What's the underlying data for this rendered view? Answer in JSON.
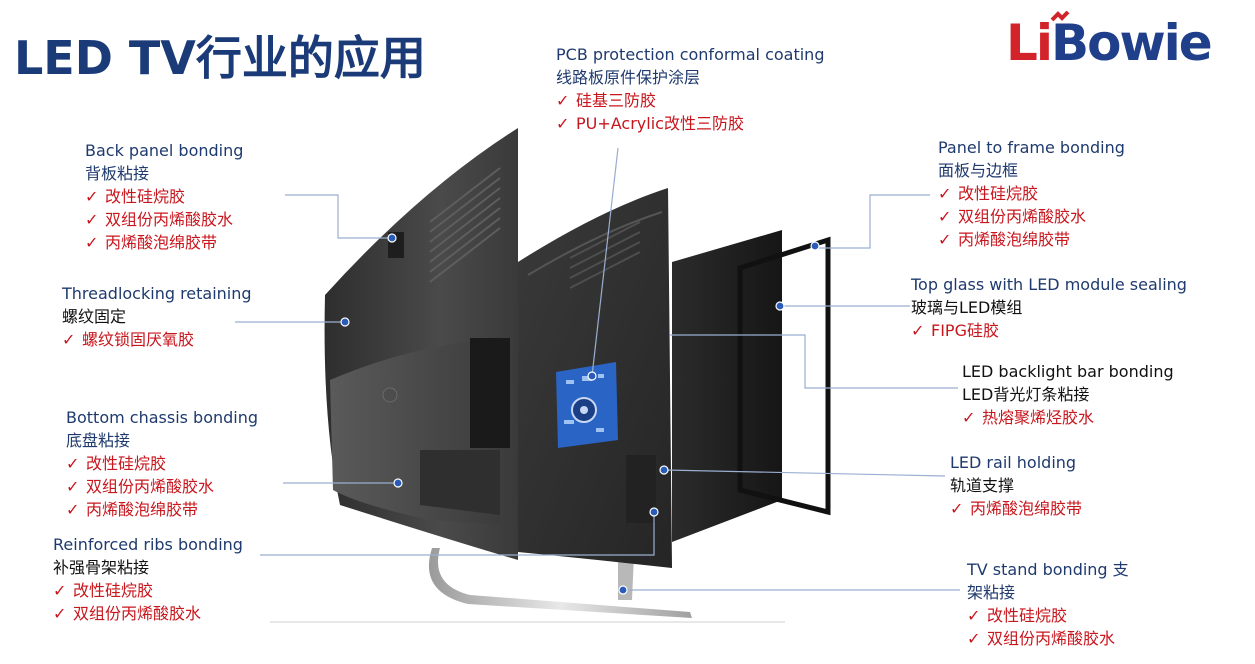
{
  "title": "LED TV行业的应用",
  "logo": {
    "part1": "Li",
    "part2": "Bowie"
  },
  "colors": {
    "title": "#1a3a78",
    "label": "#1f3a6e",
    "item": "#c8161d",
    "logo_red": "#d2232a",
    "logo_blue": "#1f3f8a"
  },
  "check_mark": "✓",
  "callouts": {
    "pcb": {
      "en": "PCB protection conformal coating",
      "cn": "线路板原件保护涂层",
      "items": [
        "硅基三防胶",
        "PU+Acrylic改性三防胶"
      ]
    },
    "back_panel": {
      "en": "Back panel bonding",
      "cn": "背板粘接",
      "items": [
        "改性硅烷胶",
        "双组份丙烯酸胶水",
        "丙烯酸泡绵胶带"
      ]
    },
    "threadlocking": {
      "en": "Threadlocking retaining",
      "cn": "螺纹固定",
      "items": [
        "螺纹锁固厌氧胶"
      ]
    },
    "bottom_chassis": {
      "en": "Bottom chassis bonding",
      "cn": "底盘粘接",
      "items": [
        "改性硅烷胶",
        "双组份丙烯酸胶水",
        "丙烯酸泡绵胶带"
      ]
    },
    "ribs": {
      "en": "Reinforced ribs bonding",
      "cn": "补强骨架粘接",
      "items": [
        "改性硅烷胶",
        "双组份丙烯酸胶水"
      ]
    },
    "panel_frame": {
      "en": "Panel to frame bonding",
      "cn": "面板与边框",
      "items": [
        "改性硅烷胶",
        "双组份丙烯酸胶水",
        "丙烯酸泡绵胶带"
      ]
    },
    "top_glass": {
      "en": "Top glass with LED module sealing",
      "cn": "玻璃与LED模组",
      "items": [
        "FIPG硅胶"
      ]
    },
    "backlight": {
      "en": "LED backlight bar bonding",
      "cn": "LED背光灯条粘接",
      "items": [
        "热熔聚烯烃胶水"
      ]
    },
    "rail": {
      "en": "LED rail holding",
      "cn": "轨道支撑",
      "items": [
        "丙烯酸泡绵胶带"
      ]
    },
    "stand": {
      "en": "TV stand bonding 支",
      "cn": "架粘接",
      "items": [
        "改性硅烷胶",
        "双组份丙烯酸胶水"
      ]
    }
  }
}
